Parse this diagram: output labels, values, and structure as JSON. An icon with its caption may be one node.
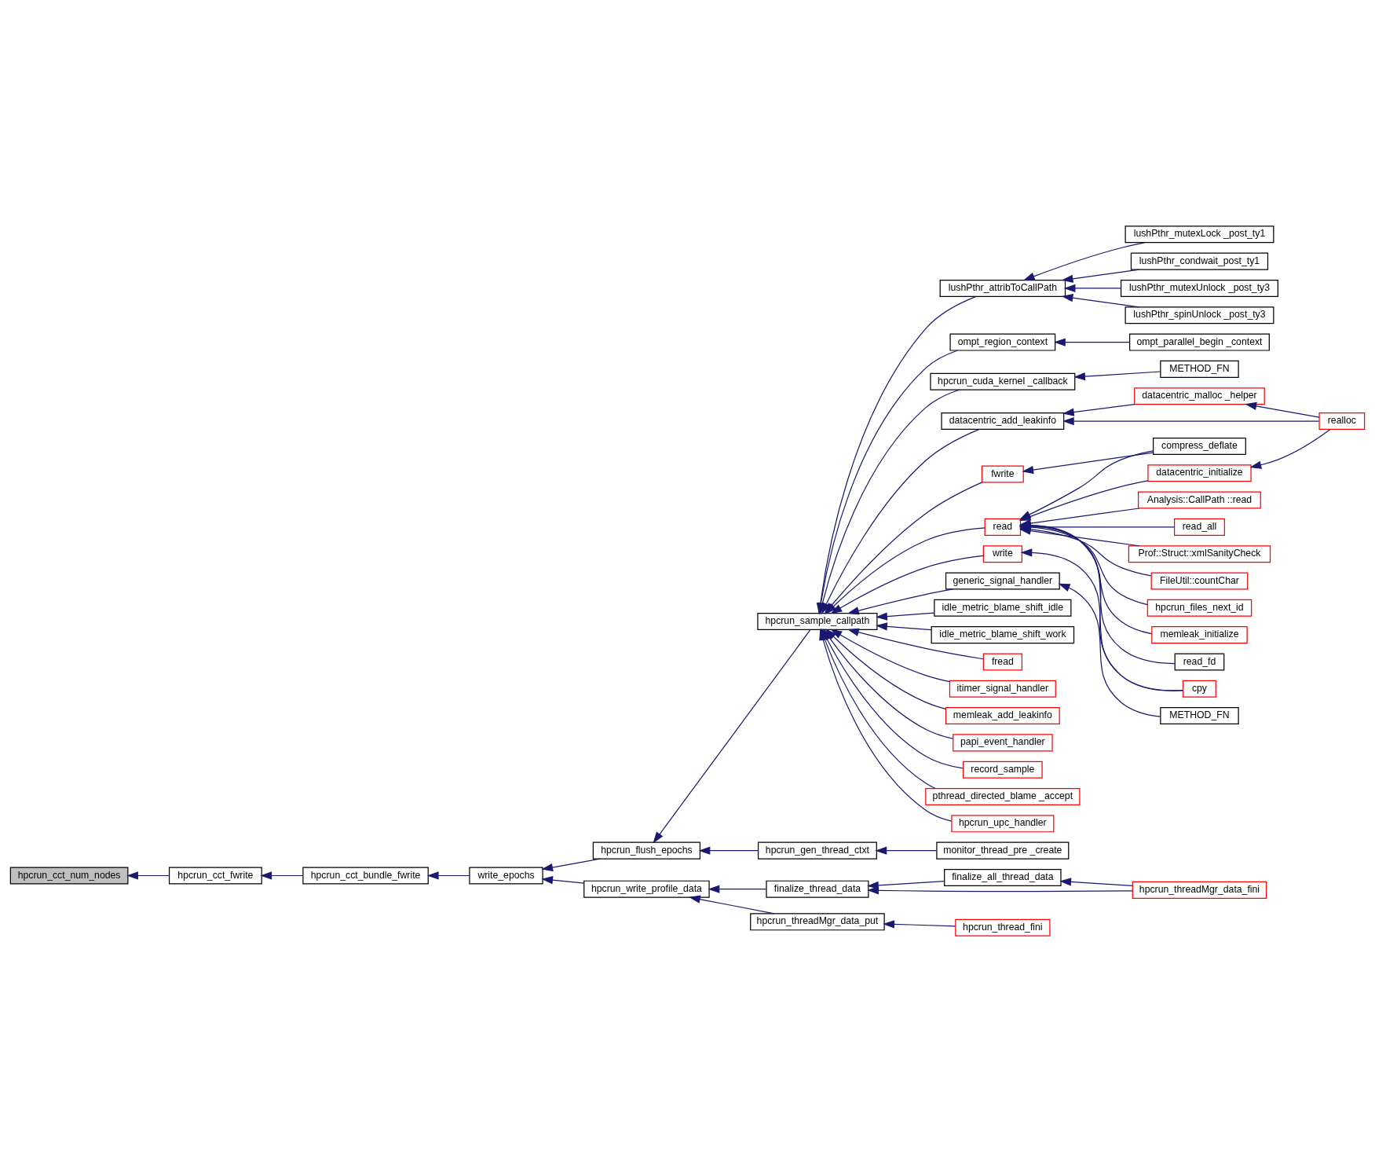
{
  "diagram": {
    "nodes": [
      {
        "text": [
          "hpcrun_cct_num_nodes"
        ]
      },
      {
        "text": [
          "hpcrun_cct_fwrite"
        ]
      },
      {
        "text": [
          "hpcrun_cct_bundle_fwrite"
        ]
      },
      {
        "text": [
          "write_epochs"
        ]
      },
      {
        "text": [
          "hpcrun_flush_epochs"
        ]
      },
      {
        "text": [
          "hpcrun_write_profile_data"
        ]
      },
      {
        "text": [
          "hpcrun_sample_callpath"
        ]
      },
      {
        "text": [
          "hpcrun_gen_thread_ctxt"
        ]
      },
      {
        "text": [
          "finalize_thread_data"
        ]
      },
      {
        "text": [
          "hpcrun_threadMgr_data_put"
        ]
      },
      {
        "text": [
          "lushPthr_attribToCallPath"
        ]
      },
      {
        "text": [
          "ompt_region_context"
        ]
      },
      {
        "text": [
          "hpcrun_cuda_kernel _callback"
        ]
      },
      {
        "text": [
          "datacentric_add_leakinfo"
        ]
      },
      {
        "text": [
          "fwrite"
        ]
      },
      {
        "text": [
          "read"
        ]
      },
      {
        "text": [
          "write"
        ]
      },
      {
        "text": [
          "generic_signal_handler"
        ]
      },
      {
        "text": [
          "idle_metric_blame_shift_idle"
        ]
      },
      {
        "text": [
          "idle_metric_blame_shift_work"
        ]
      },
      {
        "text": [
          "fread"
        ]
      },
      {
        "text": [
          "itimer_signal_handler"
        ]
      },
      {
        "text": [
          "memleak_add_leakinfo"
        ]
      },
      {
        "text": [
          "papi_event_handler"
        ]
      },
      {
        "text": [
          "record_sample"
        ]
      },
      {
        "text": [
          "pthread_directed_blame _accept"
        ]
      },
      {
        "text": [
          "hpcrun_upc_handler"
        ]
      },
      {
        "text": [
          "monitor_thread_pre _create"
        ]
      },
      {
        "text": [
          "finalize_all_thread_data"
        ]
      },
      {
        "text": [
          "hpcrun_threadMgr_data_fini"
        ]
      },
      {
        "text": [
          "hpcrun_thread_fini"
        ]
      },
      {
        "text": [
          "lushPthr_mutexLock _post_ty1"
        ]
      },
      {
        "text": [
          "lushPthr_condwait_post_ty1"
        ]
      },
      {
        "text": [
          "lushPthr_mutexUnlock _post_ty3"
        ]
      },
      {
        "text": [
          "lushPthr_spinUnlock _post_ty3"
        ]
      },
      {
        "text": [
          "ompt_parallel_begin _context"
        ]
      },
      {
        "text": [
          "METHOD_FN"
        ]
      },
      {
        "text": [
          "datacentric_malloc _helper"
        ]
      },
      {
        "text": [
          "realloc"
        ]
      },
      {
        "text": [
          "compress_deflate"
        ]
      },
      {
        "text": [
          "datacentric_initialize"
        ]
      },
      {
        "text": [
          "Analysis::CallPath ::read"
        ]
      },
      {
        "text": [
          "read_all"
        ]
      },
      {
        "text": [
          "Prof::Struct::xmlSanityCheck"
        ]
      },
      {
        "text": [
          "FileUtil::countChar"
        ]
      },
      {
        "text": [
          "hpcrun_files_next_id"
        ]
      },
      {
        "text": [
          "memleak_initialize"
        ]
      },
      {
        "text": [
          "read_fd"
        ]
      },
      {
        "text": [
          "cpy"
        ]
      },
      {
        "text": [
          "METHOD_FN"
        ]
      }
    ],
    "edges": [
      {
        "from": 1,
        "to": 0,
        "arrow": "to"
      },
      {
        "from": 2,
        "to": 1,
        "arrow": "to"
      },
      {
        "from": 3,
        "to": 2,
        "arrow": "to"
      },
      {
        "from": 4,
        "to": 3,
        "arrow": "to"
      },
      {
        "from": 5,
        "to": 3,
        "arrow": "to"
      },
      {
        "from": 6,
        "to": 4,
        "arrow": "to"
      },
      {
        "from": 7,
        "to": 4,
        "arrow": "to"
      },
      {
        "from": 8,
        "to": 5,
        "arrow": "to"
      },
      {
        "from": 9,
        "to": 5,
        "arrow": "to"
      },
      {
        "from": 10,
        "to": 6,
        "arrow": "to"
      },
      {
        "from": 11,
        "to": 6,
        "arrow": "to"
      },
      {
        "from": 12,
        "to": 6,
        "arrow": "to"
      },
      {
        "from": 13,
        "to": 6,
        "arrow": "to"
      },
      {
        "from": 14,
        "to": 6,
        "arrow": "to"
      },
      {
        "from": 15,
        "to": 6,
        "arrow": "to"
      },
      {
        "from": 16,
        "to": 6,
        "arrow": "to"
      },
      {
        "from": 17,
        "to": 6,
        "arrow": "to"
      },
      {
        "from": 18,
        "to": 6,
        "arrow": "to"
      },
      {
        "from": 19,
        "to": 6,
        "arrow": "to"
      },
      {
        "from": 20,
        "to": 6,
        "arrow": "to"
      },
      {
        "from": 21,
        "to": 6,
        "arrow": "to"
      },
      {
        "from": 22,
        "to": 6,
        "arrow": "to"
      },
      {
        "from": 23,
        "to": 6,
        "arrow": "to"
      },
      {
        "from": 24,
        "to": 6,
        "arrow": "to"
      },
      {
        "from": 25,
        "to": 6,
        "arrow": "to"
      },
      {
        "from": 26,
        "to": 6,
        "arrow": "to"
      },
      {
        "from": 27,
        "to": 7,
        "arrow": "to"
      },
      {
        "from": 28,
        "to": 8,
        "arrow": "to"
      },
      {
        "from": 29,
        "to": 8,
        "arrow": "to"
      },
      {
        "from": 30,
        "to": 9,
        "arrow": "to"
      },
      {
        "from": 29,
        "to": 28,
        "arrow": "to"
      },
      {
        "from": 31,
        "to": 10,
        "arrow": "to"
      },
      {
        "from": 32,
        "to": 10,
        "arrow": "to"
      },
      {
        "from": 33,
        "to": 10,
        "arrow": "to"
      },
      {
        "from": 34,
        "to": 10,
        "arrow": "to"
      },
      {
        "from": 35,
        "to": 11,
        "arrow": "to"
      },
      {
        "from": 36,
        "to": 12,
        "arrow": "to"
      },
      {
        "from": 37,
        "to": 13,
        "arrow": "to"
      },
      {
        "from": 38,
        "to": 13,
        "arrow": "to"
      },
      {
        "from": 39,
        "to": 14,
        "arrow": "to"
      },
      {
        "from": 39,
        "to": 15,
        "arrow": "to"
      },
      {
        "from": 40,
        "to": 15,
        "arrow": "to"
      },
      {
        "from": 41,
        "to": 15,
        "arrow": "to"
      },
      {
        "from": 42,
        "to": 15,
        "arrow": "to"
      },
      {
        "from": 43,
        "to": 15,
        "arrow": "to"
      },
      {
        "from": 44,
        "to": 15,
        "arrow": "to"
      },
      {
        "from": 45,
        "to": 15,
        "arrow": "to"
      },
      {
        "from": 46,
        "to": 15,
        "arrow": "to"
      },
      {
        "from": 47,
        "to": 15,
        "arrow": "to"
      },
      {
        "from": 48,
        "to": 15,
        "arrow": "to"
      },
      {
        "from": 48,
        "to": 16,
        "arrow": "to"
      },
      {
        "from": 49,
        "to": 17,
        "arrow": "to"
      },
      {
        "from": 38,
        "to": 37,
        "arrow": "to"
      },
      {
        "from": 38,
        "to": 40,
        "arrow": "to"
      }
    ]
  }
}
